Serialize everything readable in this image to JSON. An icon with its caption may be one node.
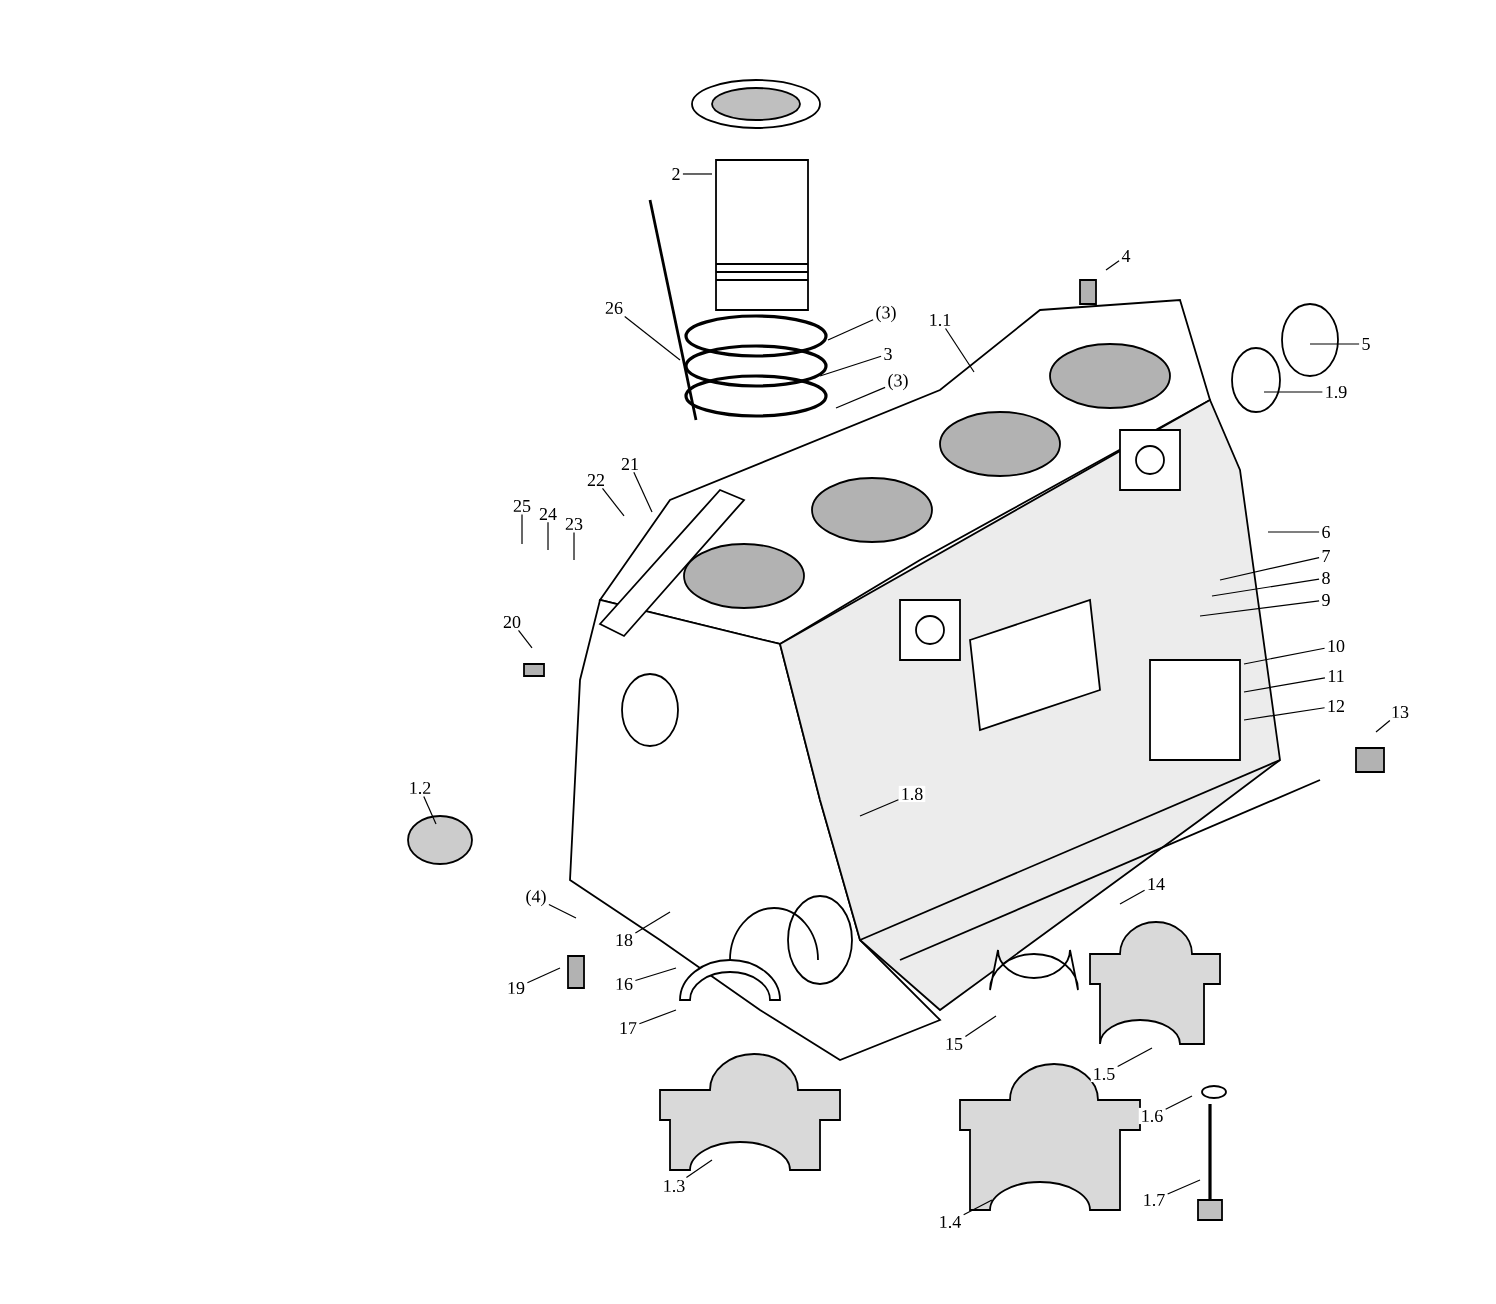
{
  "diagram": {
    "nodes": [
      {
        "text": [
          "2"
        ]
      },
      {
        "text": [
          "26"
        ]
      },
      {
        "text": [
          "(3)"
        ]
      },
      {
        "text": [
          "3"
        ]
      },
      {
        "text": [
          "(3)"
        ]
      },
      {
        "text": [
          "1.1"
        ]
      },
      {
        "text": [
          "4"
        ]
      },
      {
        "text": [
          "5"
        ]
      },
      {
        "text": [
          "1.9"
        ]
      },
      {
        "text": [
          "25"
        ]
      },
      {
        "text": [
          "24"
        ]
      },
      {
        "text": [
          "23"
        ]
      },
      {
        "text": [
          "22"
        ]
      },
      {
        "text": [
          "21"
        ]
      },
      {
        "text": [
          "6"
        ]
      },
      {
        "text": [
          "7"
        ]
      },
      {
        "text": [
          "8"
        ]
      },
      {
        "text": [
          "9"
        ]
      },
      {
        "text": [
          "20"
        ]
      },
      {
        "text": [
          "10"
        ]
      },
      {
        "text": [
          "11"
        ]
      },
      {
        "text": [
          "12"
        ]
      },
      {
        "text": [
          "13"
        ]
      },
      {
        "text": [
          "1.2"
        ]
      },
      {
        "text": [
          "1.8"
        ]
      },
      {
        "text": [
          "(4)"
        ]
      },
      {
        "text": [
          "14"
        ]
      },
      {
        "text": [
          "18"
        ]
      },
      {
        "text": [
          "16"
        ]
      },
      {
        "text": [
          "19"
        ]
      },
      {
        "text": [
          "17"
        ]
      },
      {
        "text": [
          "15"
        ]
      },
      {
        "text": [
          "1.5"
        ]
      },
      {
        "text": [
          "1.6"
        ]
      },
      {
        "text": [
          "1.3"
        ]
      },
      {
        "text": [
          "1.7"
        ]
      },
      {
        "text": [
          "1.4"
        ]
      }
    ],
    "edges": [
      {
        "from": 0,
        "to": null,
        "arrow": "none"
      },
      {
        "from": 1,
        "to": null,
        "arrow": "none"
      },
      {
        "from": 2,
        "to": null,
        "arrow": "none"
      },
      {
        "from": 3,
        "to": null,
        "arrow": "none"
      },
      {
        "from": 4,
        "to": null,
        "arrow": "none"
      },
      {
        "from": 5,
        "to": null,
        "arrow": "none"
      },
      {
        "from": 6,
        "to": null,
        "arrow": "none"
      },
      {
        "from": 7,
        "to": null,
        "arrow": "none"
      },
      {
        "from": 8,
        "to": null,
        "arrow": "none"
      },
      {
        "from": 9,
        "to": null,
        "arrow": "none"
      },
      {
        "from": 10,
        "to": null,
        "arrow": "none"
      },
      {
        "from": 11,
        "to": null,
        "arrow": "none"
      },
      {
        "from": 12,
        "to": null,
        "arrow": "none"
      },
      {
        "from": 13,
        "to": null,
        "arrow": "none"
      },
      {
        "from": 14,
        "to": null,
        "arrow": "none"
      },
      {
        "from": 15,
        "to": null,
        "arrow": "none"
      },
      {
        "from": 16,
        "to": null,
        "arrow": "none"
      },
      {
        "from": 17,
        "to": null,
        "arrow": "none"
      },
      {
        "from": 18,
        "to": null,
        "arrow": "none"
      },
      {
        "from": 19,
        "to": null,
        "arrow": "none"
      },
      {
        "from": 20,
        "to": null,
        "arrow": "none"
      },
      {
        "from": 21,
        "to": null,
        "arrow": "none"
      },
      {
        "from": 22,
        "to": null,
        "arrow": "none"
      },
      {
        "from": 23,
        "to": null,
        "arrow": "none"
      },
      {
        "from": 24,
        "to": null,
        "arrow": "none"
      },
      {
        "from": 25,
        "to": null,
        "arrow": "none"
      },
      {
        "from": 26,
        "to": null,
        "arrow": "none"
      },
      {
        "from": 27,
        "to": null,
        "arrow": "none"
      },
      {
        "from": 28,
        "to": null,
        "arrow": "none"
      },
      {
        "from": 29,
        "to": null,
        "arrow": "none"
      },
      {
        "from": 30,
        "to": null,
        "arrow": "none"
      },
      {
        "from": 31,
        "to": null,
        "arrow": "none"
      },
      {
        "from": 32,
        "to": null,
        "arrow": "none"
      },
      {
        "from": 33,
        "to": null,
        "arrow": "none"
      },
      {
        "from": 34,
        "to": null,
        "arrow": "none"
      },
      {
        "from": 35,
        "to": null,
        "arrow": "none"
      },
      {
        "from": 36,
        "to": null,
        "arrow": "none"
      }
    ]
  }
}
